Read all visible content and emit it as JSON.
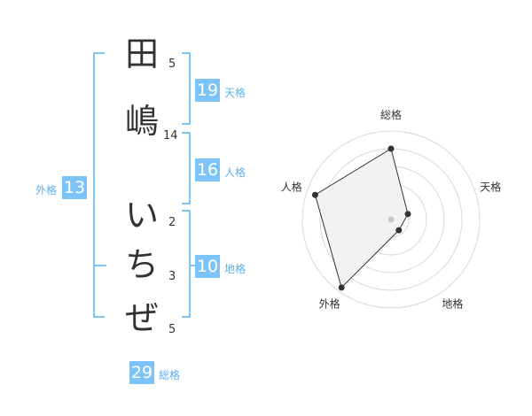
{
  "name_chars": [
    {
      "char": "田",
      "strokes": "5"
    },
    {
      "char": "嶋",
      "strokes": "14"
    },
    {
      "char": "い",
      "strokes": "2"
    },
    {
      "char": "ち",
      "strokes": "3"
    },
    {
      "char": "ぜ",
      "strokes": "5"
    }
  ],
  "kakusu": {
    "tenkaku": {
      "value": "19",
      "label": "天格"
    },
    "jinkaku": {
      "value": "16",
      "label": "人格"
    },
    "chikaku": {
      "value": "10",
      "label": "地格"
    },
    "gaikaku": {
      "value": "13",
      "label": "外格"
    },
    "soukaku": {
      "value": "29",
      "label": "総格"
    }
  },
  "radar": {
    "axes": [
      "総格",
      "天格",
      "地格",
      "外格",
      "人格"
    ],
    "values": [
      0.8,
      0.2,
      0.15,
      0.95,
      0.9
    ],
    "fill_color": "#f2f2f2",
    "line_color": "#333333"
  },
  "colors": {
    "accent": "#7cc4f7",
    "accent_text": "#5ab0ec",
    "text": "#333333"
  }
}
